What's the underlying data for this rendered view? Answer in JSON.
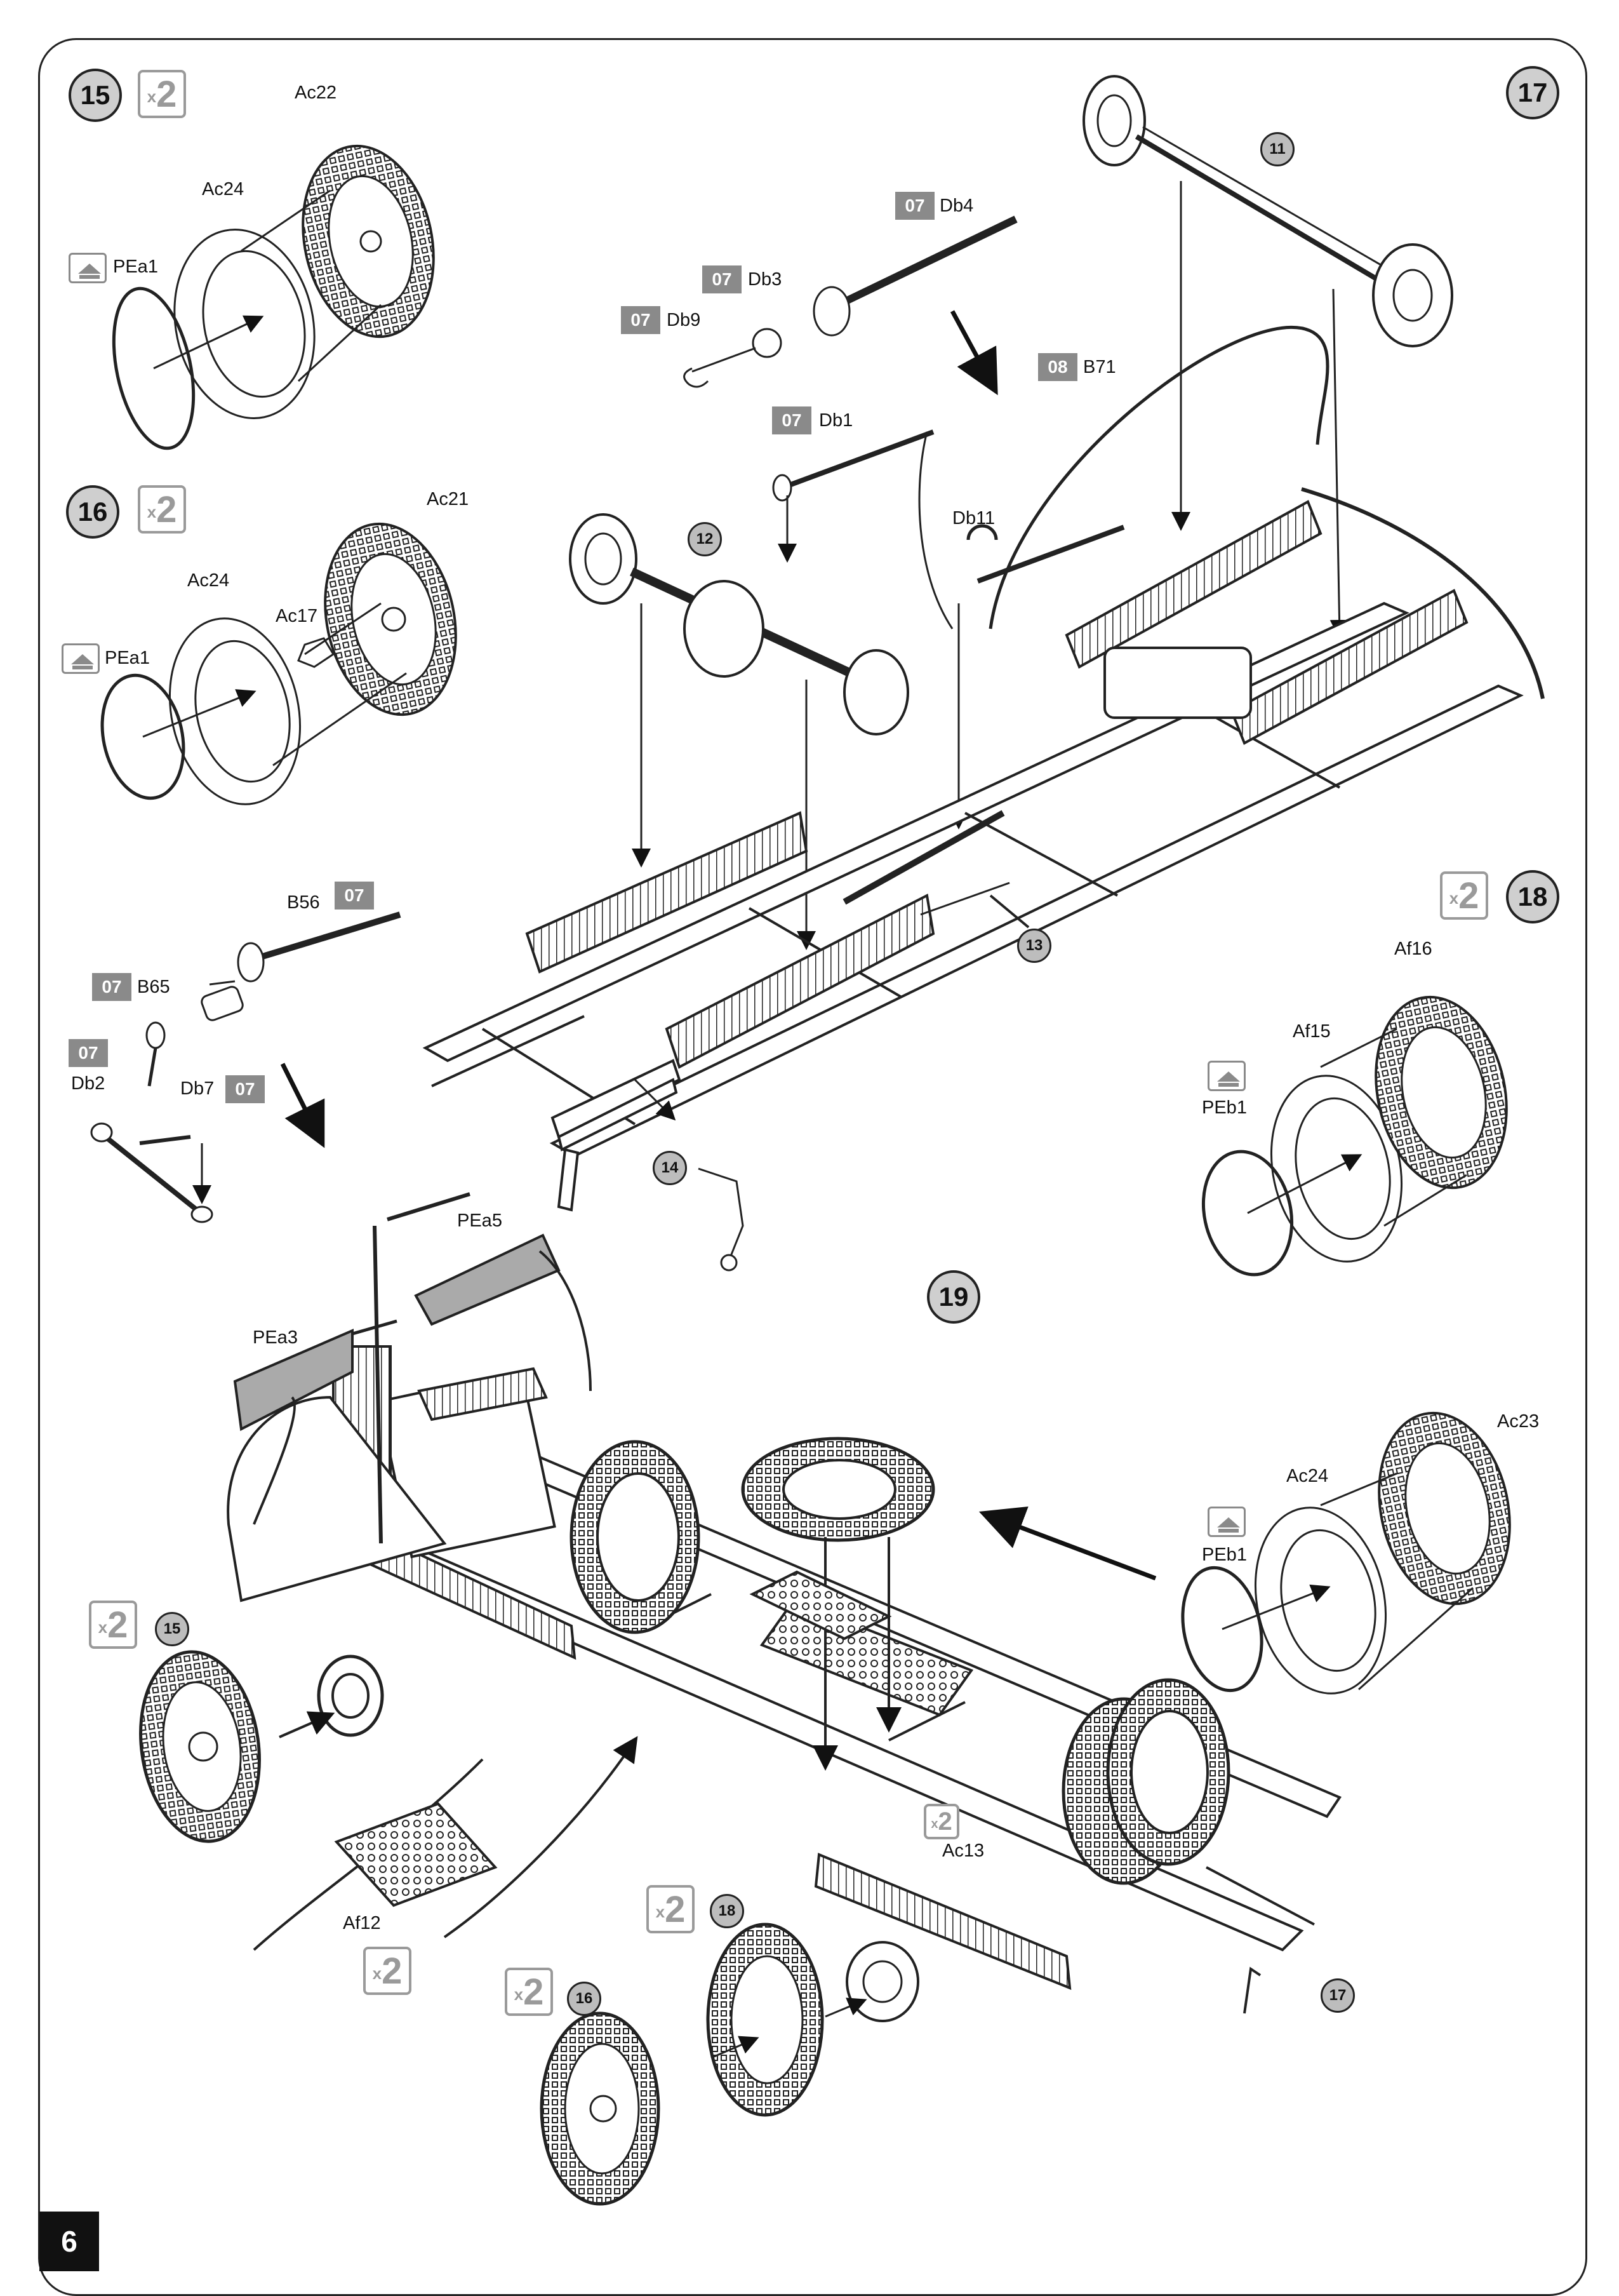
{
  "page_number": "6",
  "steps": {
    "s15": "15",
    "s16": "16",
    "s17": "17",
    "s18": "18",
    "s19": "19"
  },
  "multiplier": {
    "x": "x",
    "n": "2"
  },
  "paint_codes": {
    "c07": "07",
    "c08": "08"
  },
  "sub_refs": {
    "r11": "11",
    "r12": "12",
    "r13": "13",
    "r14": "14",
    "r15": "15",
    "r16": "16",
    "r17": "17",
    "r18": "18"
  },
  "labels": {
    "Ac22": "Ac22",
    "Ac24": "Ac24",
    "PEa1": "PEa1",
    "Ac21": "Ac21",
    "Ac17": "Ac17",
    "Db4": "Db4",
    "Db3": "Db3",
    "Db9": "Db9",
    "B71": "B71",
    "Db1": "Db1",
    "Db11": "Db11",
    "Af16": "Af16",
    "Af15": "Af15",
    "PEb1": "PEb1",
    "B56": "B56",
    "B65": "B65",
    "Db2": "Db2",
    "Db7": "Db7",
    "PEa5": "PEa5",
    "PEa3": "PEa3",
    "Ac23": "Ac23",
    "Af12": "Af12",
    "Ac13": "Ac13"
  },
  "icons": [
    "photo-etch-icon",
    "multiplier-icon",
    "paint-code-icon",
    "arrow-icon"
  ],
  "colors": {
    "step_fill": "#cfcfcf",
    "paint_box": "#8a8a8a",
    "multiplier": "#9a9a9a",
    "line": "#222222"
  }
}
